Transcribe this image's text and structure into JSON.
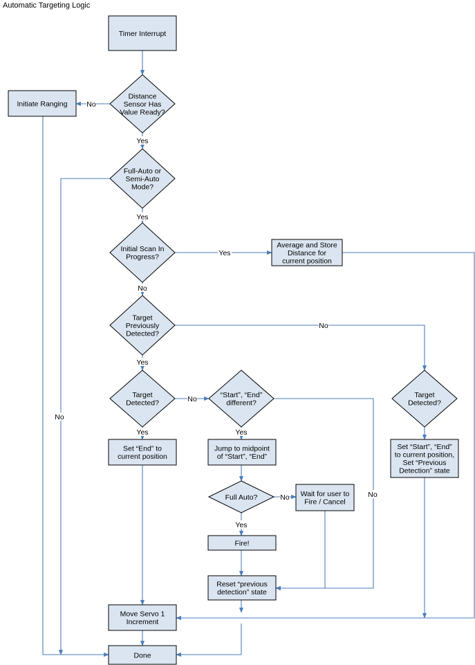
{
  "title": "Automatic Targeting Logic",
  "nodes": {
    "timer": [
      "Timer Interrupt"
    ],
    "dist_ready": [
      "Distance",
      "Sensor Has",
      "Value Ready?"
    ],
    "init_ranging": [
      "Initiate Ranging"
    ],
    "mode": [
      "Full-Auto or",
      "Semi-Auto",
      "Mode?"
    ],
    "init_scan": [
      "Initial Scan In",
      "Progress?"
    ],
    "avg_store": [
      "Average and Store",
      "Distance for",
      "current position"
    ],
    "prev_detected": [
      "Target",
      "Previously",
      "Detected?"
    ],
    "target_det_1": [
      "Target",
      "Detected?"
    ],
    "start_end_diff": [
      "“Start”, “End”",
      "different?"
    ],
    "target_det_2": [
      "Target",
      "Detected?"
    ],
    "set_end": [
      "Set “End” to",
      "current position"
    ],
    "jump_mid": [
      "Jump to midpoint",
      "of “Start”, “End”"
    ],
    "set_start_end": [
      "Set “Start”, “End”",
      "to current position,",
      "Set “Previous",
      "Detection” state"
    ],
    "full_auto": [
      "Full Auto?"
    ],
    "wait_user": [
      "Wait for user to",
      "Fire / Cancel"
    ],
    "fire": [
      "Fire!"
    ],
    "reset_prev": [
      "Reset “previous",
      "detection” state"
    ],
    "move_servo": [
      "Move Servo 1",
      "Increment"
    ],
    "done": [
      "Done"
    ]
  },
  "edge_labels": {
    "no": "No",
    "yes": "Yes"
  }
}
